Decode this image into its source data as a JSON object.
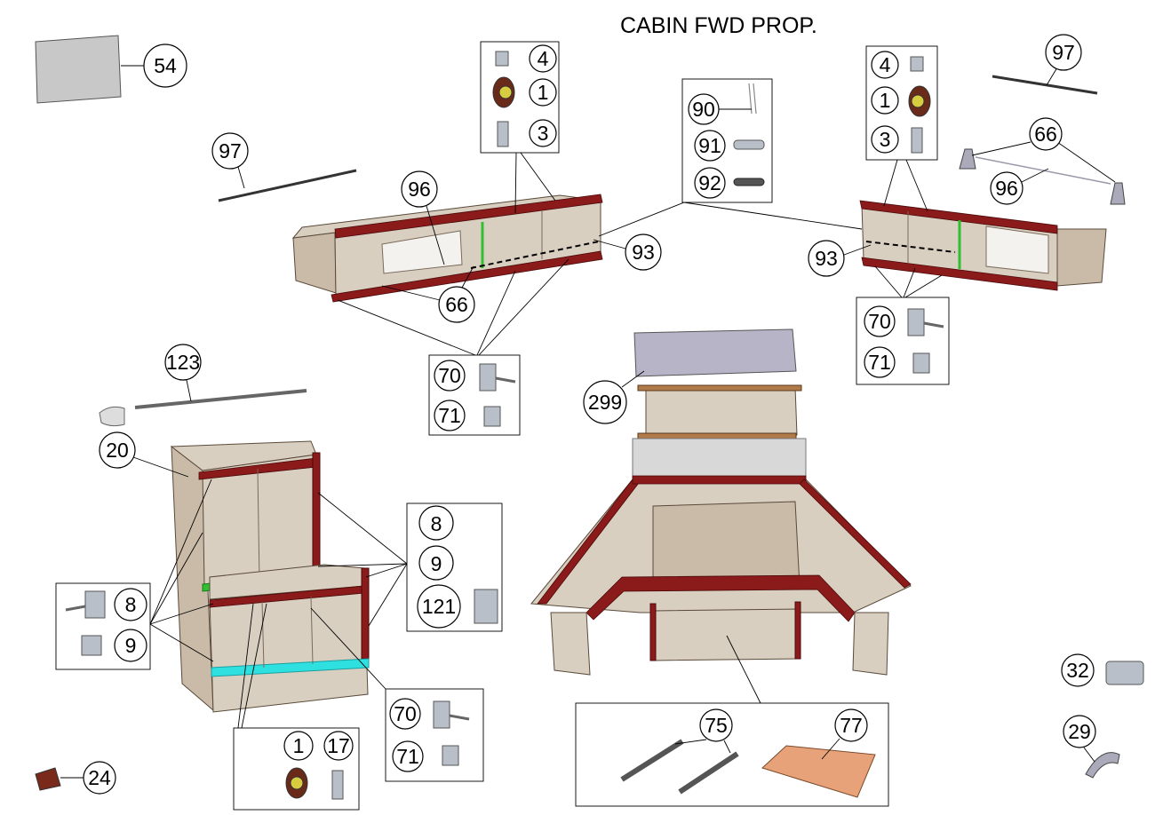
{
  "title": "CABIN FWD PROP.",
  "callouts": {
    "c54": "54",
    "c4a": "4",
    "c1a": "1",
    "c3a": "3",
    "c90": "90",
    "c91": "91",
    "c92": "92",
    "c4b": "4",
    "c1b": "1",
    "c3b": "3",
    "c97a": "97",
    "c97b": "97",
    "c66a": "66",
    "c96a": "96",
    "c96b": "96",
    "c66b": "66",
    "c93a": "93",
    "c93b": "93",
    "c70a": "70",
    "c71a": "71",
    "c70b": "70",
    "c71b": "71",
    "c123": "123",
    "c299": "299",
    "c20": "20",
    "c8a": "8",
    "c9a": "9",
    "c121": "121",
    "c8b": "8",
    "c9b": "9",
    "c70c": "70",
    "c71c": "71",
    "c1c": "1",
    "c17": "17",
    "c75": "75",
    "c77": "77",
    "c32": "32",
    "c29": "29",
    "c24": "24"
  },
  "colors": {
    "trim": "#8b1a1a",
    "panel": "#d9cfc1",
    "green_strip": "#2fbf2f",
    "cyan_strip": "#2fe0e0",
    "glass": "#b7b4c8",
    "drawer": "#e8a27a"
  }
}
